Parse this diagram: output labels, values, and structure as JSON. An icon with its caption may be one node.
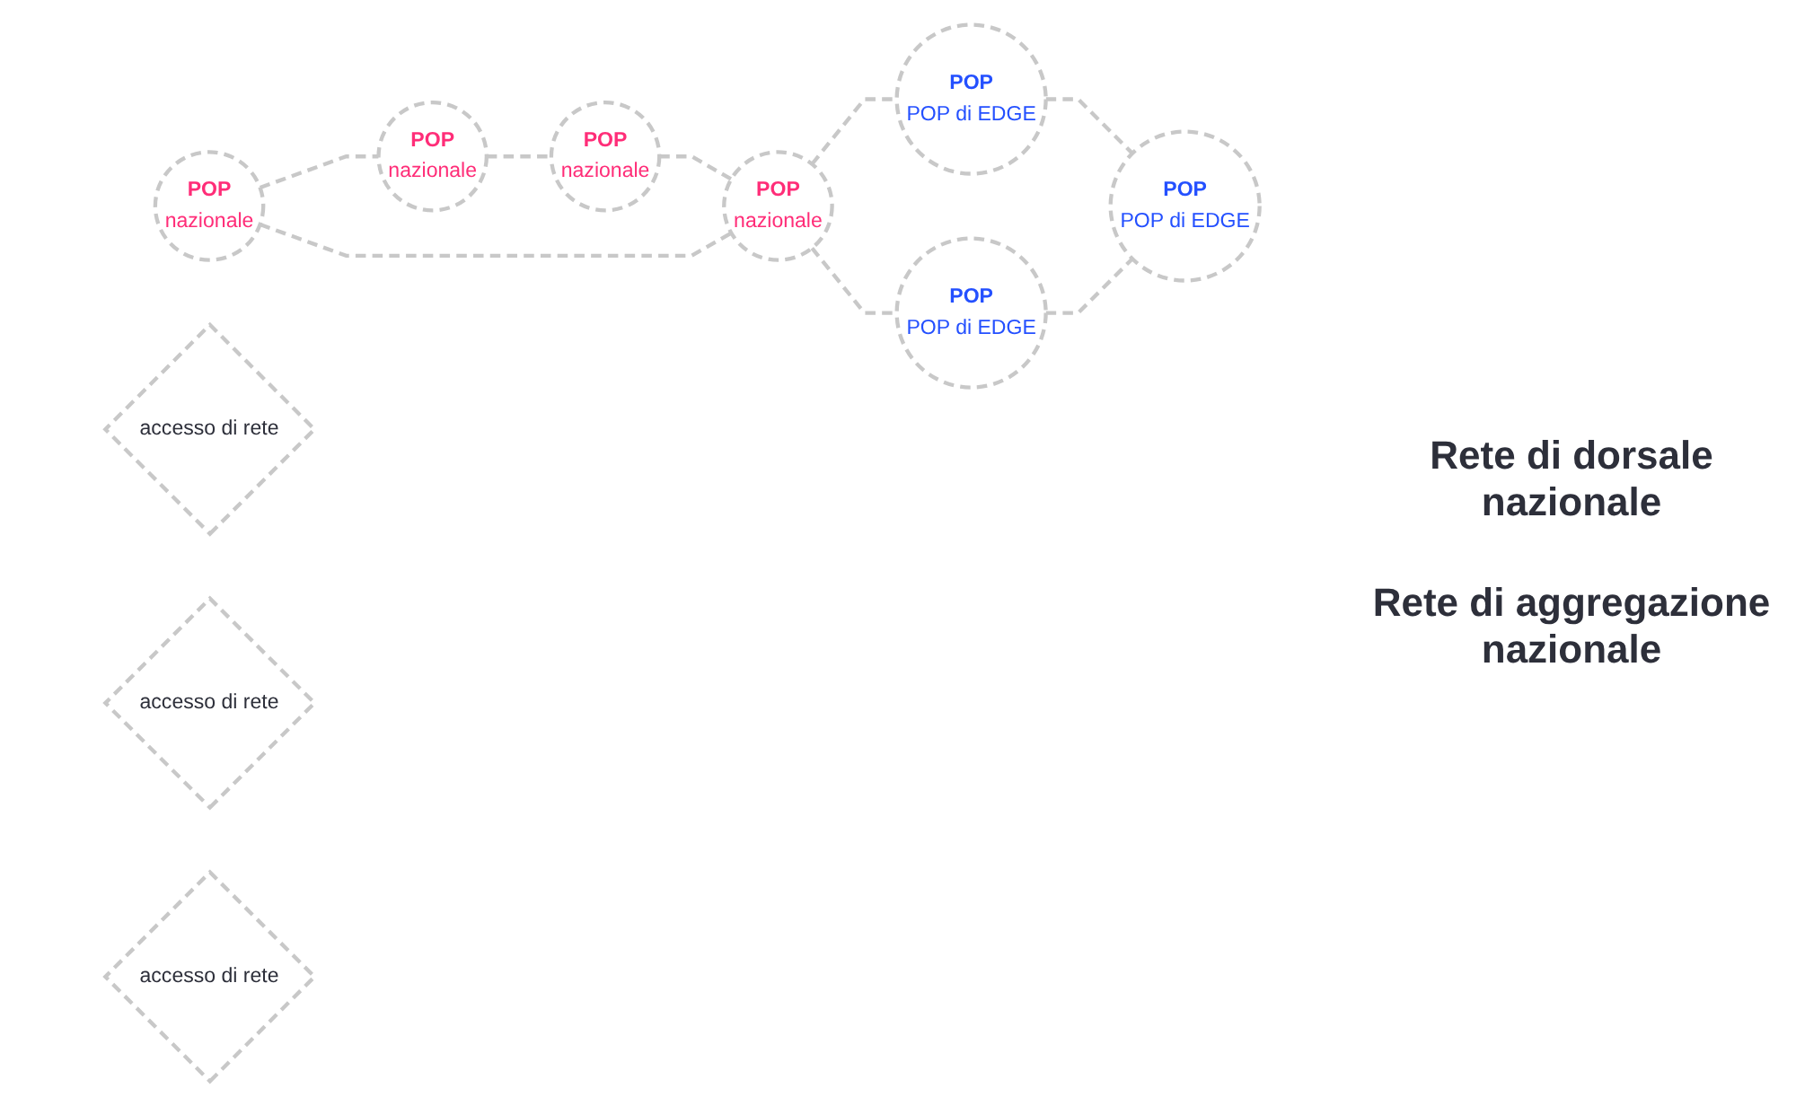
{
  "diagram": {
    "nodes": [
      {
        "text": [
          "POP",
          "nazionale"
        ]
      },
      {
        "text": [
          "POP",
          "nazionale"
        ]
      },
      {
        "text": [
          "POP",
          "nazionale"
        ]
      },
      {
        "text": [
          "POP",
          "nazionale"
        ]
      },
      {
        "text": [
          "POP",
          "POP di EDGE"
        ]
      },
      {
        "text": [
          "accesso di rete"
        ]
      },
      {
        "text": [
          "POP",
          "POP di EDGE"
        ]
      },
      {
        "text": [
          "accesso di rete"
        ]
      },
      {
        "text": [
          "POP",
          "POP di EDGE"
        ]
      },
      {
        "text": [
          "accesso di rete"
        ]
      }
    ],
    "edges": [
      {
        "from": 0,
        "to": 1,
        "arrow": "none",
        "style": "dashed"
      },
      {
        "from": 1,
        "to": 3,
        "arrow": "none",
        "style": "dashed"
      },
      {
        "from": 3,
        "to": 2,
        "arrow": "none",
        "style": "dashed"
      },
      {
        "from": 0,
        "to": 2,
        "arrow": "none",
        "style": "dashed"
      },
      {
        "from": 2,
        "to": 4,
        "arrow": "none",
        "style": "dashed"
      },
      {
        "from": 4,
        "to": 6,
        "arrow": "none",
        "style": "dashed"
      },
      {
        "from": 8,
        "to": 6,
        "arrow": "none",
        "style": "dashed"
      },
      {
        "from": 2,
        "to": 8,
        "arrow": "none",
        "style": "dashed"
      }
    ],
    "labels": [
      "Rete di dorsale nazionale",
      "Rete di aggregazione nazionale"
    ]
  }
}
